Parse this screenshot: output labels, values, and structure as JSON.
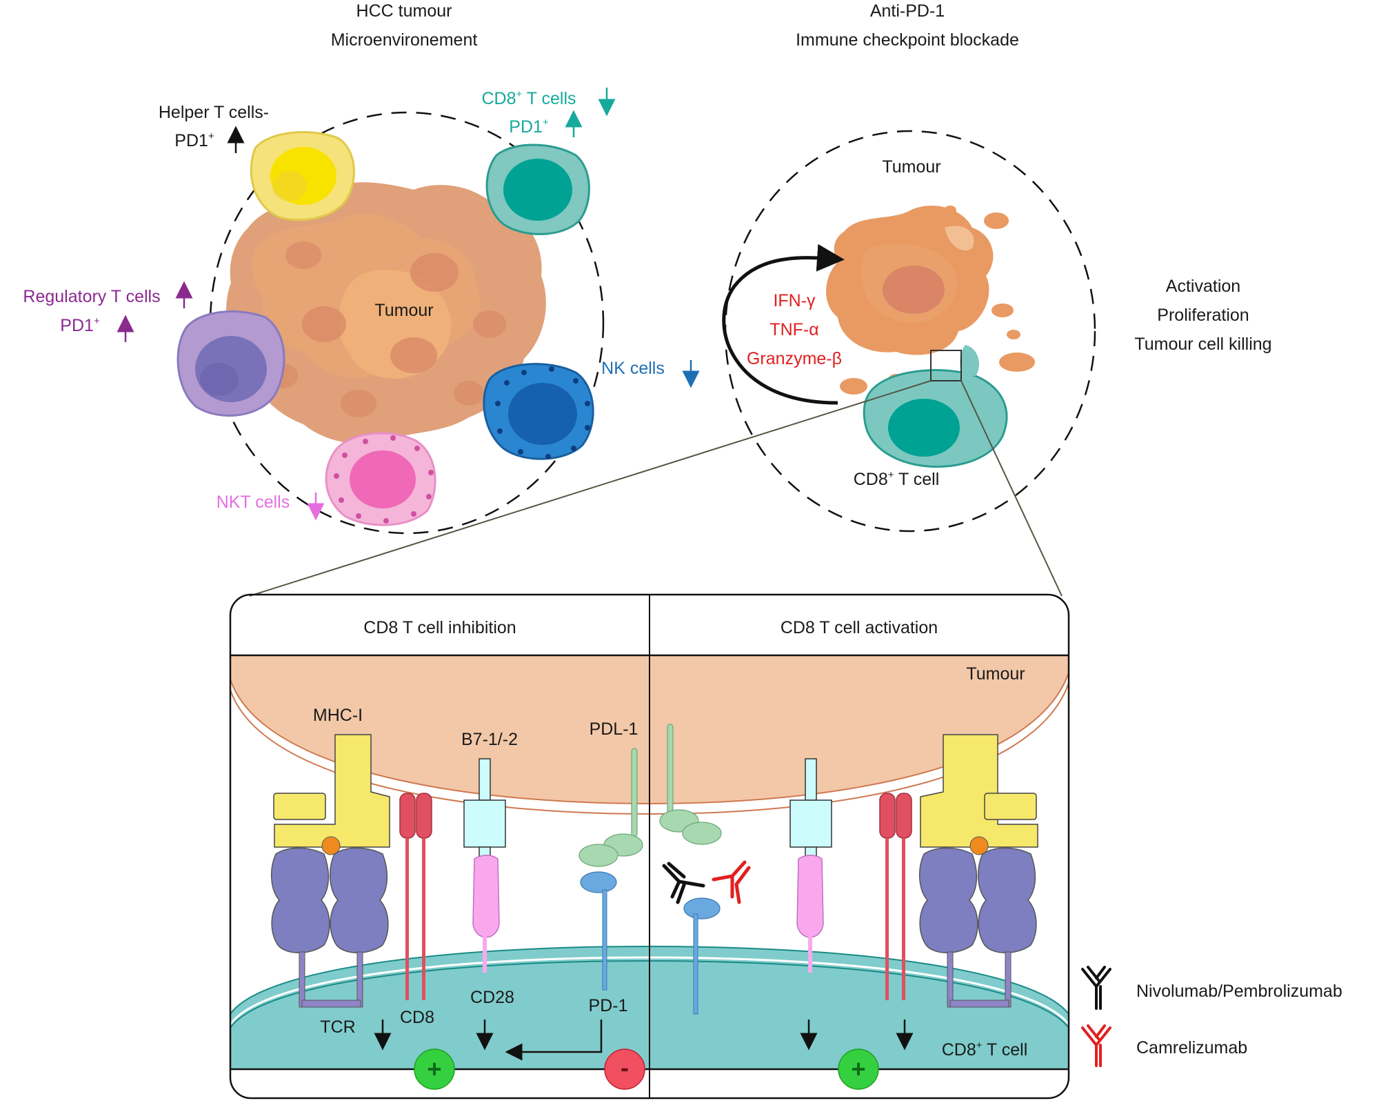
{
  "left_panel": {
    "title_line1": "HCC tumour",
    "title_line2": "Microenvironement",
    "tumour_label": "Tumour",
    "helper_t_line1": "Helper T cells-",
    "helper_t_line2": "PD1",
    "cd8_line1": "CD8",
    "cd8_line1_rest": " T cells",
    "cd8_line2": "PD1",
    "treg_line1": "Regulatory T cells",
    "treg_line2": "PD1",
    "nk_label": "NK cells",
    "nkt_label": "NKT cells",
    "superscript": "+",
    "colors": {
      "helper": "#111111",
      "cd8": "#17a99b",
      "treg": "#8a2a8f",
      "nk": "#1f6eb4",
      "nkt": "#e46fe0"
    }
  },
  "right_panel": {
    "title_line1": "Anti-PD-1",
    "title_line2": "Immune checkpoint blockade",
    "tumour_label": "Tumour",
    "cytokines": [
      "IFN-γ",
      "TNF-α",
      "Granzyme-β"
    ],
    "cd8_cell_label": "CD8",
    "cd8_cell_label_rest": " T cell",
    "superscript": "+",
    "effects": [
      "Activation",
      "Proliferation",
      "Tumour cell killing"
    ],
    "cytokine_color": "#e02020"
  },
  "bottom_panel": {
    "left_header": "CD8 T cell inhibition",
    "right_header": "CD8 T cell activation",
    "tumour_label": "Tumour",
    "labels": {
      "mhc": "MHC-I",
      "b7": "B7-1/-2",
      "pdl1": "PDL-1",
      "tcr": "TCR",
      "cd8": "CD8",
      "cd28": "CD28",
      "pd1": "PD-1",
      "cd8_tcell": "CD8",
      "cd8_tcell_rest": " T cell",
      "superscript": "+"
    },
    "signs": {
      "plus": "+",
      "minus": "-"
    }
  },
  "legend": {
    "items": [
      {
        "label": "Nivolumab/Pembrolizumab",
        "color": "#111111"
      },
      {
        "label": "Camrelizumab",
        "color": "#e02020"
      }
    ]
  }
}
